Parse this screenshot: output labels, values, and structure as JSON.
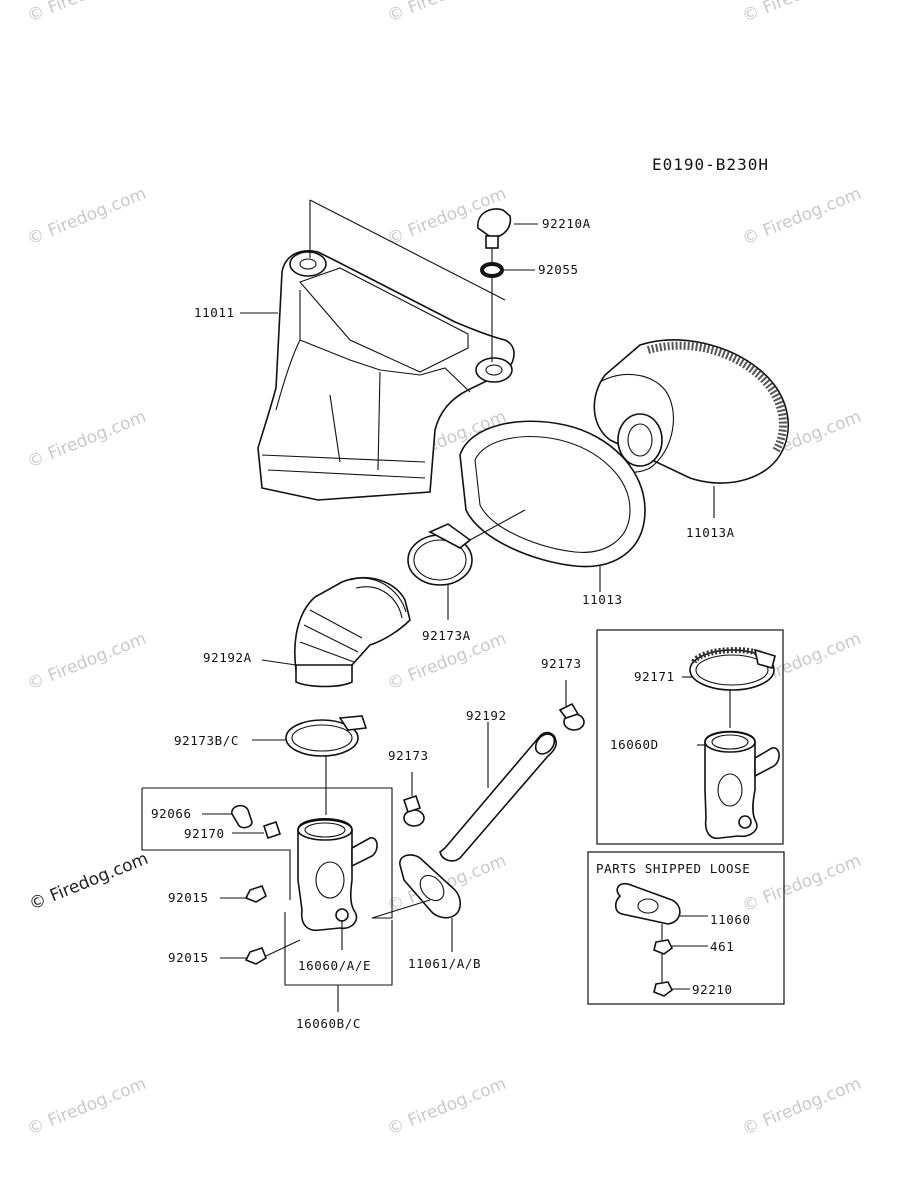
{
  "diagram_code": "E0190-B230H",
  "watermark": {
    "text": "Firedog.com",
    "symbol": "©"
  },
  "callouts": {
    "p92210A": "92210A",
    "p92055": "92055",
    "p11011": "11011",
    "p11013A": "11013A",
    "p11013": "11013",
    "p92173A": "92173A",
    "p92192A": "92192A",
    "p92173_top": "92173",
    "p92192": "92192",
    "p92173_mid": "92173",
    "p92173BC": "92173B/C",
    "p92066": "92066",
    "p92170": "92170",
    "p92015_a": "92015",
    "p92015_b": "92015",
    "p16060AE": "16060/A/E",
    "p11061AB": "11061/A/B",
    "p16060BC": "16060B/C",
    "p92171": "92171",
    "p16060D": "16060D"
  },
  "loose_parts": {
    "title": "PARTS SHIPPED LOOSE",
    "p11060": "11060",
    "p461": "461",
    "p92210": "92210"
  }
}
